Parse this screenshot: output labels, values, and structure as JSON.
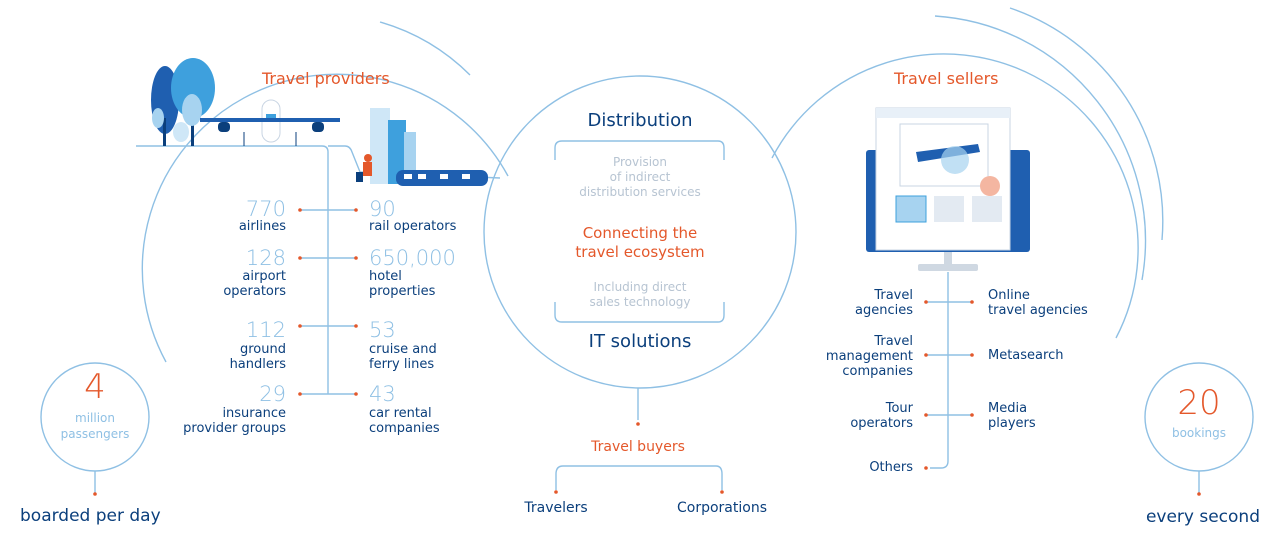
{
  "colors": {
    "accent": "#e4582b",
    "navy": "#0b3f7c",
    "line": "#8fc0e4",
    "grey_text": "#b7c4d2"
  },
  "left_section": {
    "title": "Travel providers",
    "stats_left": [
      {
        "value": "770",
        "label": [
          "airlines"
        ]
      },
      {
        "value": "128",
        "label": [
          "airport",
          "operators"
        ]
      },
      {
        "value": "112",
        "label": [
          "ground",
          "handlers"
        ]
      },
      {
        "value": "29",
        "label": [
          "insurance",
          "provider groups"
        ]
      }
    ],
    "stats_right": [
      {
        "value": "90",
        "label": [
          "rail operators"
        ]
      },
      {
        "value": "650,000",
        "label": [
          "hotel",
          "properties"
        ]
      },
      {
        "value": "53",
        "label": [
          "cruise and",
          "ferry lines"
        ]
      },
      {
        "value": "43",
        "label": [
          "car rental",
          "companies"
        ]
      }
    ]
  },
  "center_section": {
    "top": "Distribution",
    "provision": [
      "Provision",
      "of indirect",
      "distribution services"
    ],
    "core": [
      "Connecting the",
      "travel ecosystem"
    ],
    "including": [
      "Including direct",
      "sales technology"
    ],
    "bottom": "IT solutions",
    "buyers_title": "Travel buyers",
    "buyers": [
      "Travelers",
      "Corporations"
    ]
  },
  "right_section": {
    "title": "Travel sellers",
    "left_items": [
      [
        "Travel",
        "agencies"
      ],
      [
        "Travel",
        "management",
        "companies"
      ],
      [
        "Tour",
        "operators"
      ],
      [
        "Others"
      ]
    ],
    "right_items": [
      [
        "Online",
        "travel agencies"
      ],
      [
        "Metasearch"
      ],
      [
        "Media",
        "players"
      ]
    ]
  },
  "badge_left": {
    "number": "4",
    "unit": [
      "million",
      "passengers"
    ],
    "caption": "boarded per day"
  },
  "badge_right": {
    "number": "20",
    "unit": [
      "bookings"
    ],
    "caption": "every second"
  }
}
